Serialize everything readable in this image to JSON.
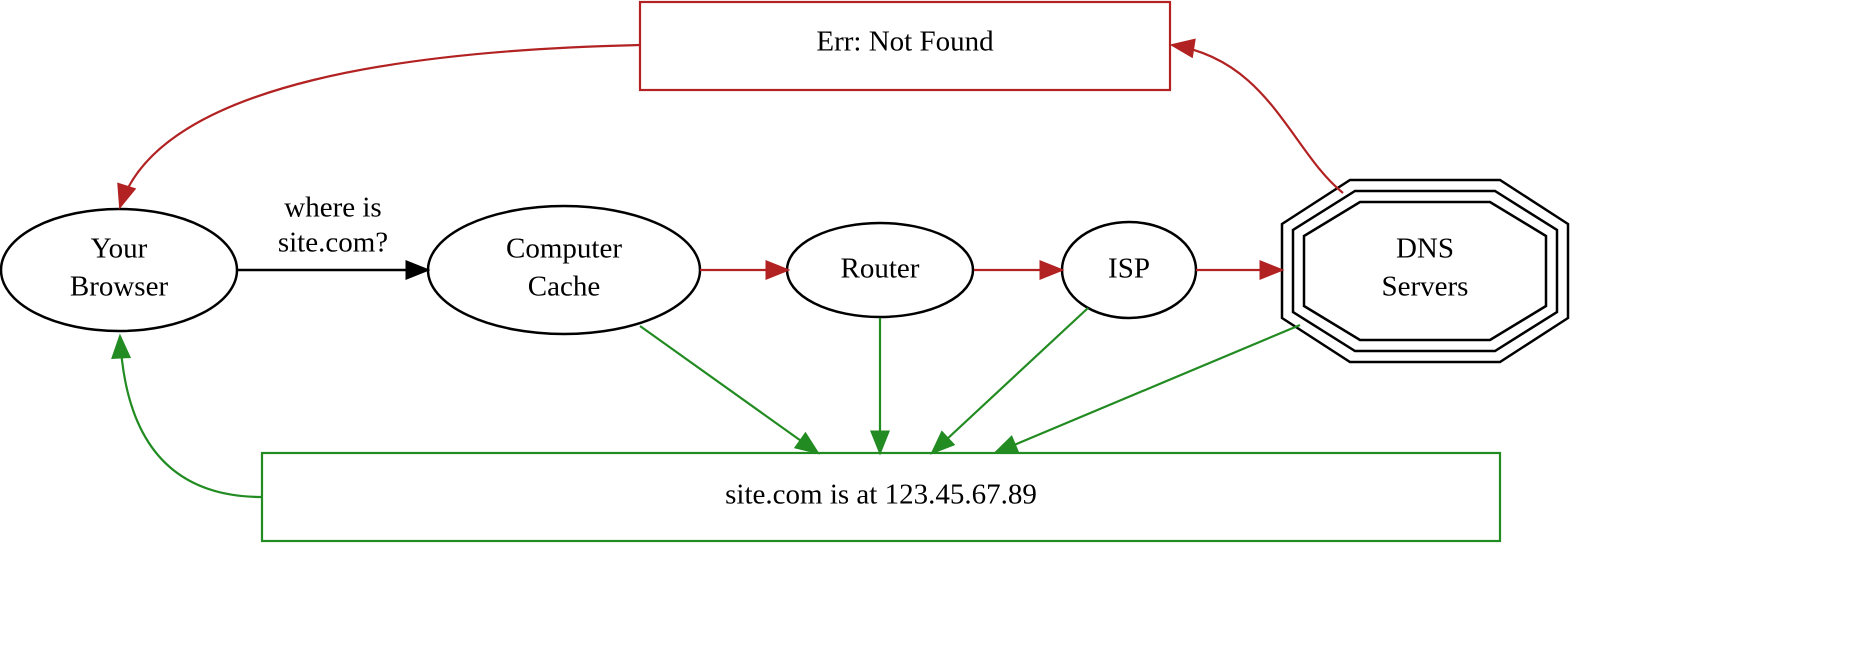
{
  "nodes": {
    "browser": [
      "Your",
      "Browser"
    ],
    "cache": [
      "Computer",
      "Cache"
    ],
    "router": "Router",
    "isp": "ISP",
    "dns": [
      "DNS",
      "Servers"
    ],
    "error": "Err: Not Found",
    "result": "site.com is at 123.45.67.89"
  },
  "edges": {
    "query_label": [
      "where is",
      "site.com?"
    ]
  },
  "colors": {
    "failure": "#b22222",
    "success": "#228b22",
    "query": "#000000"
  }
}
